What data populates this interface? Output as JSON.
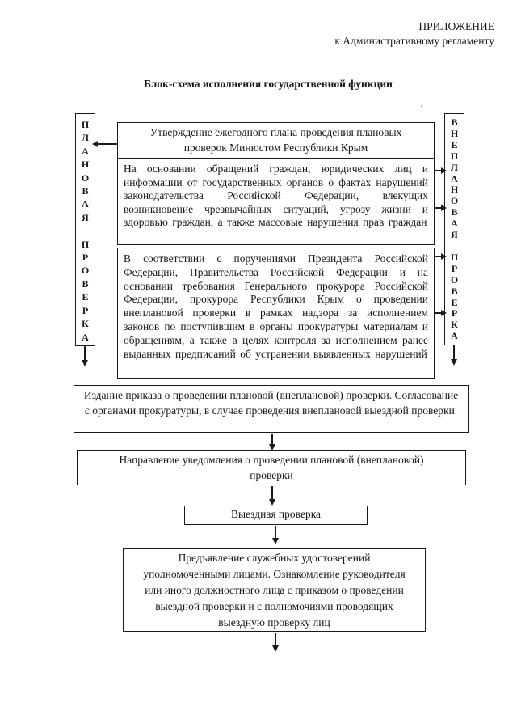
{
  "header": {
    "line1": "ПРИЛОЖЕНИЕ",
    "line2": "к Административному регламенту",
    "stray_mark": "'"
  },
  "title": "Блок-схема исполнения государственной функции",
  "flowchart": {
    "left_column": {
      "label": "ПЛАНОВАЯ ПРОВЕРКА",
      "vertical_text": "П\nЛ\nА\nН\nО\nВ\nА\nЯ\n\nП\nР\nО\nВ\nЕ\nР\nК\nА"
    },
    "right_column": {
      "label": "ВНЕПЛАНОВАЯ ПРОВЕРКА",
      "vertical_text": "В\nН\nЕ\nП\nЛ\nА\nН\nО\nВ\nА\nЯ\n\nП\nР\nО\nВ\nЕ\nР\nК\nА"
    },
    "boxes": {
      "plan_approval": "Утверждение ежегодного плана проведения плановых проверок Минюстом Республики Крым",
      "citizen_appeals": "На основании обращений граждан, юридических лиц и информации от государственных органов о фактах нарушений законодательства Российской Федерации, влекущих возникновение чрезвычайных ситуаций, угрозу жизни и здоровью граждан, а также массовые нарушения прав граждан",
      "president_orders": "В соответствии с поручениями Президента Российской Федерации, Правительства Российской Федерации и на основании требования Генерального прокурора Российской Федерации, прокурора Республики Крым о проведении внеплановой проверки в рамках надзора за исполнением законов по поступившим в органы прокуратуры материалам и обращениям, а также в целях контроля за исполнением ранее выданных предписаний об устранении выявленных нарушений",
      "order_issue": "Издание приказа о проведении плановой (внеплановой) проверки. Согласование с органами прокуратуры, в случае проведения внеплановой выездной проверки.",
      "notification": "Направление уведомления о проведении плановой (внеплановой) проверки",
      "onsite_inspection": "Выездная проверка",
      "credentials": "Предъявление служебных удостоверений уполномоченными лицами. Ознакомление руководителя или иного должностного лица с приказом о проведении выездной проверки и с полномочиями проводящих выездную проверку лиц"
    },
    "colors": {
      "ink": "#1a1a1a",
      "background": "#ffffff"
    }
  }
}
